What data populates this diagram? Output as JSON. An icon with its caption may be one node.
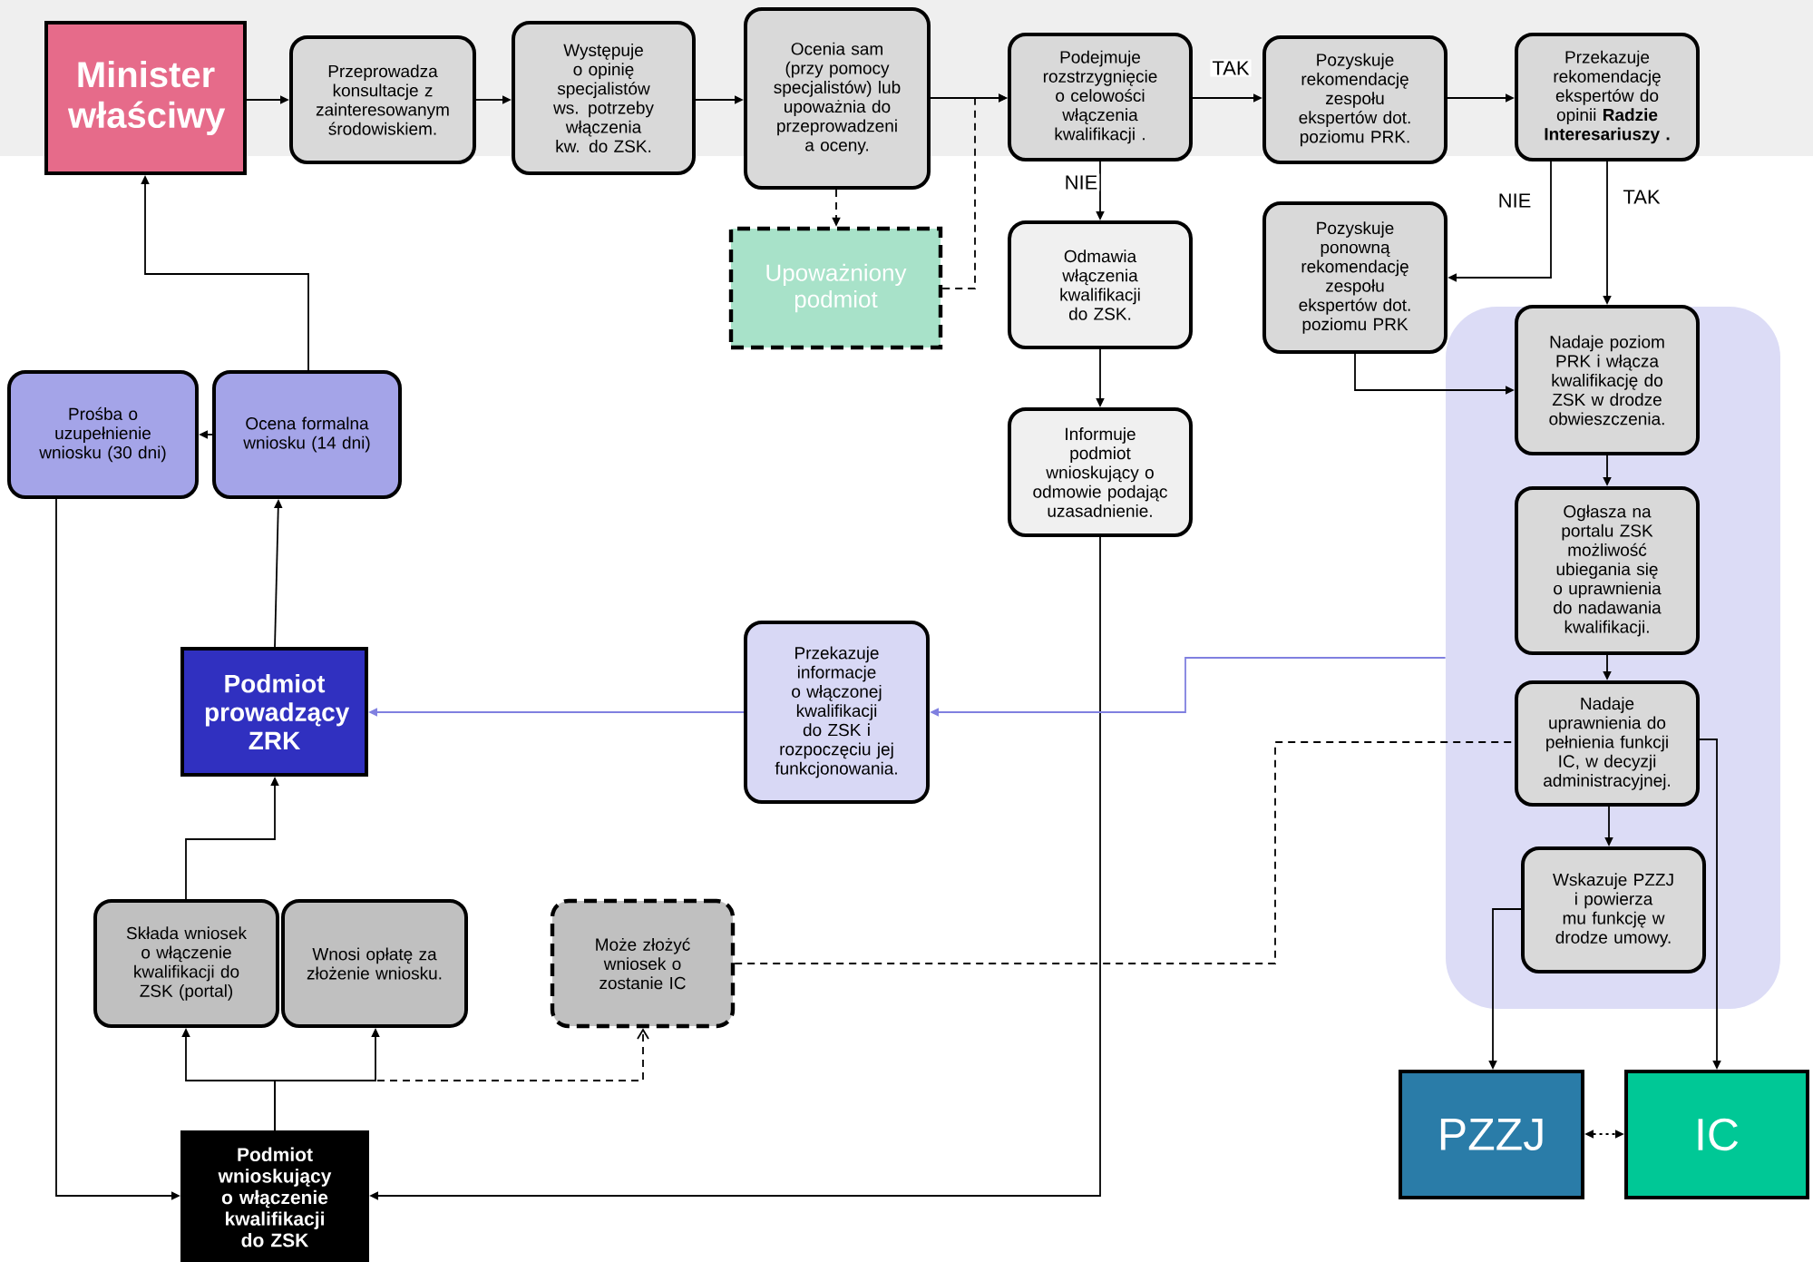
{
  "diagram": {
    "nodes": [
      {
        "text": [
          "Minister właściwy"
        ]
      },
      {
        "text": [
          "Przeprowadza konsultacje z zainteresowanym środowiskiem."
        ]
      },
      {
        "text": [
          "Występuje o opinię specjalistów ws. potrzeby włączenia kw. do ZSK."
        ]
      },
      {
        "text": [
          "Ocenia sam (przy pomocy specjalistów) lub upoważnia do przeprowadzeni a oceny."
        ]
      },
      {
        "text": [
          "Upoważniony podmiot"
        ]
      },
      {
        "text": [
          "Podejmuje rozstrzygnięcie o celowości włączenia kwalifikacji ."
        ]
      },
      {
        "text": [
          "Pozyskuje rekomendację zespołu ekspertów dot. poziomu PRK."
        ]
      },
      {
        "text": [
          "Przekazuje rekomendację ekspertów do opinii **Radzie Interesariuszy .**"
        ]
      },
      {
        "text": [
          "Odmawia włączenia kwalifikacji do ZSK."
        ]
      },
      {
        "text": [
          "Pozyskuje ponowną rekomendację zespołu ekspertów dot. poziomu PRK"
        ]
      },
      {
        "text": [],
        "shape": "box"
      },
      {
        "text": [
          "Nadaje poziom PRK i włącza kwalifikację do ZSK w drodze obwieszczenia."
        ],
        "in": 10
      },
      {
        "text": [
          "Ogłasza na portalu ZSK możliwość ubiegania się o uprawnienia do nadawania kwalifikacji."
        ],
        "in": 10
      },
      {
        "text": [
          "Nadaje uprawnienia do pełnienia funkcji IC, w decyzji administracyjnej."
        ],
        "in": 10
      },
      {
        "text": [
          "Wskazuje PZZJ i powierza mu funkcję w drodze umowy."
        ],
        "in": 10
      },
      {
        "text": [
          "Informuje podmiot wnioskujący o odmowie podając uzasadnienie."
        ]
      },
      {
        "text": [
          "Prośba o uzupełnienie wniosku (30 dni)"
        ]
      },
      {
        "text": [
          "Ocena formalna wniosku (14 dni)"
        ]
      },
      {
        "text": [
          "Przekazuje informacje o włączonej kwalifikacji do ZSK i rozpoczęciu jej funkcjonowania."
        ]
      },
      {
        "text": [
          "Podmiot prowadzący ZRK"
        ]
      },
      {
        "text": [
          "Składa wniosek o włączenie kwalifikacji do ZSK (portal)"
        ]
      },
      {
        "text": [
          "Wnosi opłatę za złożenie wniosku."
        ]
      },
      {
        "text": [
          "Może złożyć wniosek o zostanie IC"
        ]
      },
      {
        "text": [
          "Podmiot wnioskujący o włączenie kwalifikacji do ZSK"
        ]
      },
      {
        "text": [
          "PZZJ"
        ]
      },
      {
        "text": [
          "IC"
        ]
      }
    ],
    "edges": [
      {
        "from": 0,
        "to": 1,
        "arrow": "to"
      },
      {
        "from": 1,
        "to": 2,
        "arrow": "to"
      },
      {
        "from": 2,
        "to": 3,
        "arrow": "to"
      },
      {
        "from": 3,
        "to": 5,
        "arrow": "to"
      },
      {
        "from": 3,
        "to": 4,
        "arrow": "to",
        "style": "dashed"
      },
      {
        "from": 4,
        "to": 5,
        "arrow": "to",
        "style": "dashed"
      },
      {
        "from": 5,
        "to": 6,
        "arrow": "to",
        "label": "TAK"
      },
      {
        "from": 6,
        "to": 7,
        "arrow": "to"
      },
      {
        "from": 5,
        "to": 8,
        "arrow": "to",
        "label": "NIE"
      },
      {
        "from": 8,
        "to": 15,
        "arrow": "to"
      },
      {
        "from": 15,
        "to": 23,
        "arrow": "to"
      },
      {
        "from": 7,
        "to": 9,
        "arrow": "to",
        "label": "NIE"
      },
      {
        "from": 7,
        "to": 11,
        "arrow": "to",
        "label": "TAK"
      },
      {
        "from": 9,
        "to": 11,
        "arrow": "to"
      },
      {
        "from": 11,
        "to": 12,
        "arrow": "to"
      },
      {
        "from": 12,
        "to": 13,
        "arrow": "to"
      },
      {
        "from": 13,
        "to": 14,
        "arrow": "to"
      },
      {
        "from": 13,
        "to": 25,
        "arrow": "to"
      },
      {
        "from": 14,
        "to": 24,
        "arrow": "to"
      },
      {
        "from": 24,
        "to": 25,
        "arrow": "both",
        "style": "dashed"
      },
      {
        "from": 10,
        "to": 18,
        "arrow": "to",
        "color": "#8080e0"
      },
      {
        "from": 18,
        "to": 19,
        "arrow": "to",
        "color": "#8080e0"
      },
      {
        "from": 23,
        "to": 20,
        "arrow": "to"
      },
      {
        "from": 23,
        "to": 21,
        "arrow": "to"
      },
      {
        "from": 23,
        "to": 22,
        "arrow": "to",
        "style": "dashed"
      },
      {
        "from": 22,
        "to": 13,
        "arrow": "none",
        "style": "dashed"
      },
      {
        "from": 20,
        "to": 19,
        "arrow": "to"
      },
      {
        "from": 19,
        "to": 17,
        "arrow": "to"
      },
      {
        "from": 17,
        "to": 16,
        "arrow": "to"
      },
      {
        "from": 17,
        "to": 0,
        "arrow": "to"
      },
      {
        "from": 16,
        "to": 23,
        "arrow": "to"
      }
    ]
  }
}
